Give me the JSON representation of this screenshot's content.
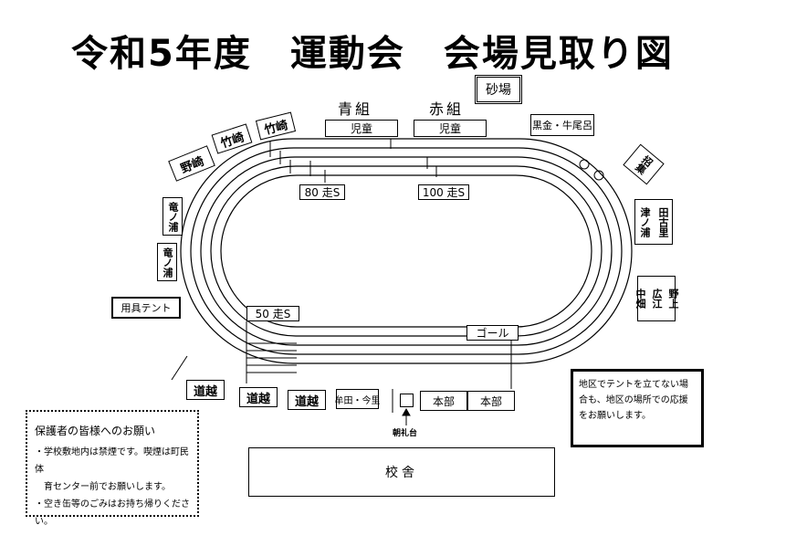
{
  "title": "令和5年度　運動会　会場見取り図",
  "teams": {
    "blue": "青組",
    "red": "赤組"
  },
  "labels": {
    "sandbox": "砂場",
    "children1": "児童",
    "children2": "児童",
    "kuroganeushio": "黒金・牛尾呂",
    "shoshu": "招集",
    "tanoura_kozato": [
      "津ノ浦",
      "田古里"
    ],
    "nakahata_hiroe_nogami": [
      "中畑",
      "広江",
      "野上"
    ],
    "run80": "80 走S",
    "run100": "100 走S",
    "run50": "50 走S",
    "goal": "ゴール",
    "honbu1": "本部",
    "honbu2": "本部",
    "choreidai": "朝礼台",
    "mutaimaya": "牟田・今里",
    "michigoe1": "道越",
    "michigoe2": "道越",
    "michigoe3": "道越",
    "yougu": "用具テント",
    "nozaki": "野崎",
    "takezaki1": "竹崎",
    "takezaki2": "竹崎",
    "tatsunoura1": "竜ノ浦",
    "tatsunoura2": "竜ノ浦",
    "school": "校舎"
  },
  "notice": {
    "heading": "保護者の皆様へのお願い",
    "line1": "・学校敷地内は禁煙です。喫煙は町民体",
    "line2": "育センター前でお願いします。",
    "line3": "・空き缶等のごみはお持ち帰りください。"
  },
  "notice2": "地区でテントを立てない場合も、地区の場所での応援をお願いします。"
}
